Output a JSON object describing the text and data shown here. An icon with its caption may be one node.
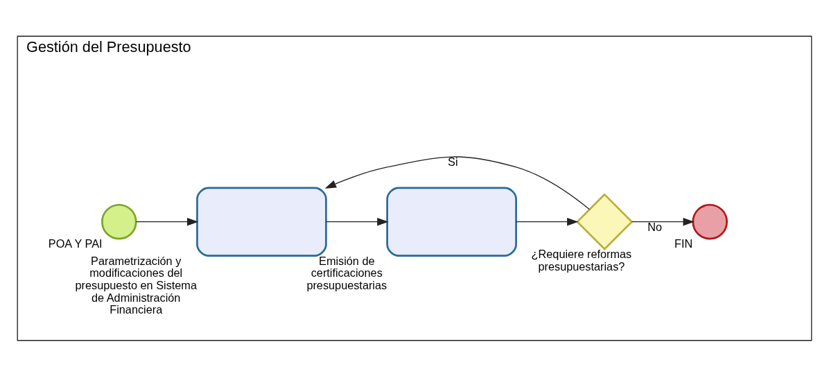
{
  "diagram": {
    "nodes": [
      {
        "text": [
          "Gestión del Presupuesto"
        ]
      },
      {
        "text": [],
        "shape": "circle",
        "in": 0,
        "beside": [
          "POA Y PAI"
        ]
      },
      {
        "text": [],
        "shape": "box",
        "in": 0,
        "beside": [
          "Parametrización y modificaciones del presupuesto en Sistema de Administración Financiera"
        ]
      },
      {
        "text": [],
        "shape": "box",
        "in": 0,
        "beside": [
          "Emisión de certificaciones presupuestarias"
        ]
      },
      {
        "text": [],
        "shape": "diamond",
        "in": 0,
        "beside": [
          "¿Requiere reformas presupuestarias?"
        ]
      },
      {
        "text": [],
        "shape": "circle",
        "in": 0,
        "beside": [
          "FIN"
        ]
      }
    ],
    "edges": [
      {
        "from": 1,
        "to": 2,
        "arrow": "to"
      },
      {
        "from": 2,
        "to": 3,
        "arrow": "to"
      },
      {
        "from": 3,
        "to": 4,
        "arrow": "to"
      },
      {
        "from": 4,
        "to": 2,
        "arrow": "to",
        "label": "Si"
      },
      {
        "from": 4,
        "to": 5,
        "arrow": "to",
        "label": "No"
      }
    ]
  }
}
